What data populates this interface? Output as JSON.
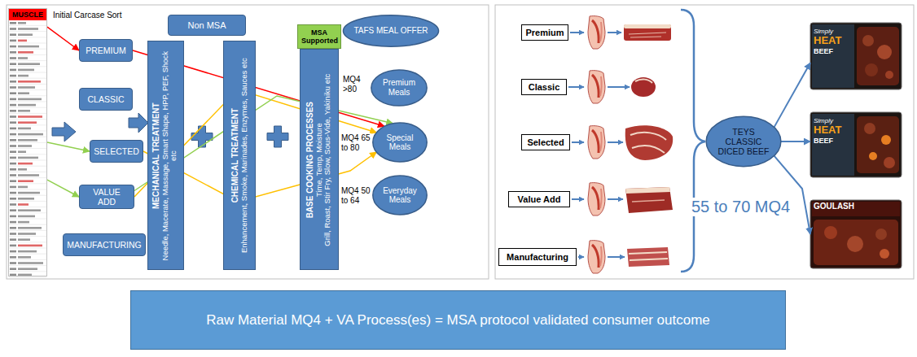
{
  "diagram": {
    "nodes": [
      {
        "text": [
          "MUSCLE"
        ]
      },
      {
        "text": [
          "PREMIUM"
        ]
      },
      {
        "text": [
          "CLASSIC"
        ]
      },
      {
        "text": [
          "SELECTED"
        ]
      },
      {
        "text": [
          "VALUE ADD"
        ]
      },
      {
        "text": [
          "MANUFACTURING"
        ]
      },
      {
        "text": [
          "Non MSA"
        ]
      },
      {
        "text": [
          "MECHANICAL TREATMENT",
          "Needle, Macerate, Massage, Smart Shape, HPP, PEF, Shock etc"
        ]
      },
      {
        "text": [
          "CHEMICAL TREATMENT",
          "Enhancement, Smoke, Marinades, Enzymes, Sauces etc"
        ]
      },
      {
        "text": [
          "MSA Supported"
        ]
      },
      {
        "text": [
          "BASE COOKING PROCESSES",
          "Time, Temp, Moisture",
          "Grill, Roast, Stir Fry, Slow, Sous-Vide, Yakiniku etc"
        ]
      },
      {
        "text": [
          "TAFS MEAL OFFER"
        ]
      },
      {
        "text": [
          "Premium Meals"
        ]
      },
      {
        "text": [
          "Special Meals"
        ]
      },
      {
        "text": [
          "Everyday Meals"
        ]
      },
      {
        "text": [
          "Premium"
        ]
      },
      {
        "text": [
          "Classic"
        ]
      },
      {
        "text": [
          "Selected"
        ]
      },
      {
        "text": [
          "Value Add"
        ]
      },
      {
        "text": [
          "Manufacturing"
        ]
      },
      {
        "text": [
          "TEYS CLASSIC DICED BEEF"
        ]
      },
      {
        "text": [
          "Simply",
          "HEAT",
          "BEEF"
        ]
      },
      {
        "text": [
          "Simply",
          "HEAT",
          "BEEF"
        ]
      },
      {
        "text": [
          "GOULASH"
        ]
      },
      {
        "text": [
          "Raw Material MQ4 + VA Process(es) = MSA protocol validated consumer outcome"
        ]
      }
    ],
    "edges": [
      {
        "from": 0,
        "to": 1,
        "arrow": "to"
      },
      {
        "from": 0,
        "to": 3,
        "arrow": "to"
      },
      {
        "from": 0,
        "to": 4,
        "arrow": "to"
      },
      {
        "from": 1,
        "to": 13,
        "arrow": "to"
      },
      {
        "from": 3,
        "to": 13,
        "arrow": "to"
      },
      {
        "from": 4,
        "to": 13,
        "arrow": "to"
      },
      {
        "from": 4,
        "to": 13,
        "arrow": "to"
      },
      {
        "from": 20,
        "to": 21,
        "arrow": "to"
      },
      {
        "from": 20,
        "to": 22,
        "arrow": "to"
      },
      {
        "from": 20,
        "to": 23,
        "arrow": "to"
      }
    ],
    "labels": [
      "Initial Carcase Sort",
      "MQ4 >80",
      "MQ4 65 to 80",
      "MQ4 50 to 64",
      "55 to 70 MQ4"
    ]
  }
}
